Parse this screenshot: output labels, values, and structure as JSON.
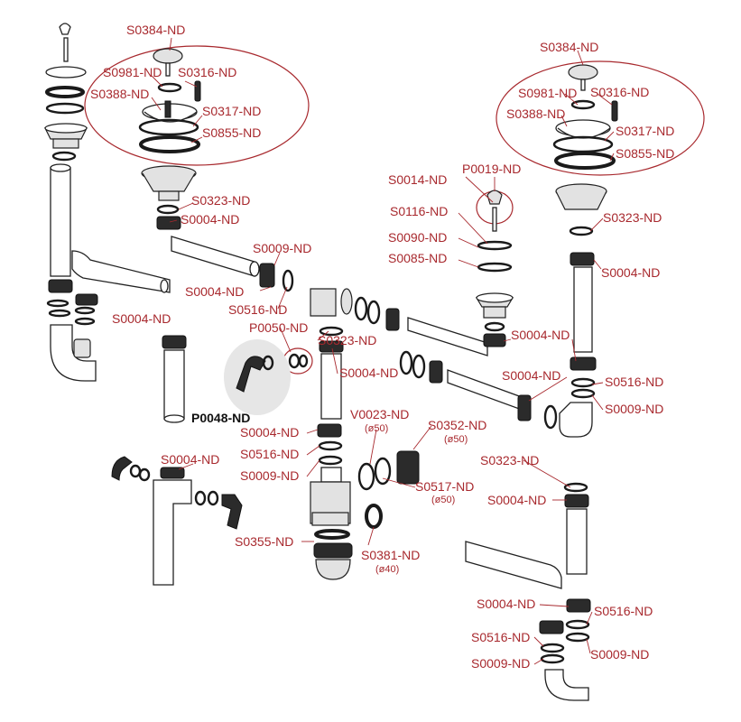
{
  "colors": {
    "label": "#a8292e",
    "part_outline": "#222222",
    "highlight_fill": "#e6e6e6"
  },
  "labels": {
    "s0384_left": "S0384-ND",
    "s0981_left": "S0981-ND",
    "s0316_left": "S0316-ND",
    "s0388_left": "S0388-ND",
    "s0317_left": "S0317-ND",
    "s0855_left": "S0855-ND",
    "s0323_upper": "S0323-ND",
    "s0004_upper": "S0004-ND",
    "s0009_mid": "S0009-ND",
    "s0004_mid": "S0004-ND",
    "s0516_mid": "S0516-ND",
    "s0004_left_tube": "S0004-ND",
    "p0050": "P0050-ND",
    "s0323_center": "S0323-ND",
    "s0004_center": "S0004-ND",
    "p0048": "P0048-ND",
    "s0004_trap": "S0004-ND",
    "s0516_trap": "S0516-ND",
    "s0009_trap": "S0009-ND",
    "v0023": "V0023-ND",
    "v0023_size": "(ø50)",
    "s0352": "S0352-ND",
    "s0352_size": "(ø50)",
    "s0517": "S0517-ND",
    "s0517_size": "(ø50)",
    "s0355": "S0355-ND",
    "s0381": "S0381-ND",
    "s0381_size": "(ø40)",
    "s0004_lower_left": "S0004-ND",
    "s0014": "S0014-ND",
    "p0019": "P0019-ND",
    "s0116": "S0116-ND",
    "s0090": "S0090-ND",
    "s0085": "S0085-ND",
    "s0384_right": "S0384-ND",
    "s0981_right": "S0981-ND",
    "s0316_right": "S0316-ND",
    "s0388_right": "S0388-ND",
    "s0317_right": "S0317-ND",
    "s0855_right": "S0855-ND",
    "s0323_right": "S0323-ND",
    "s0004_right": "S0004-ND",
    "s0004_rmid": "S0004-ND",
    "s0004_rmid2": "S0004-ND",
    "s0516_right": "S0516-ND",
    "s0009_right": "S0009-ND",
    "s0323_rlow": "S0323-ND",
    "s0004_rlow": "S0004-ND",
    "s0004_bottom": "S0004-ND",
    "s0516_bottom_r": "S0516-ND",
    "s0516_bottom_l": "S0516-ND",
    "s0009_bottom_l": "S0009-ND",
    "s0009_bottom_r": "S0009-ND"
  }
}
